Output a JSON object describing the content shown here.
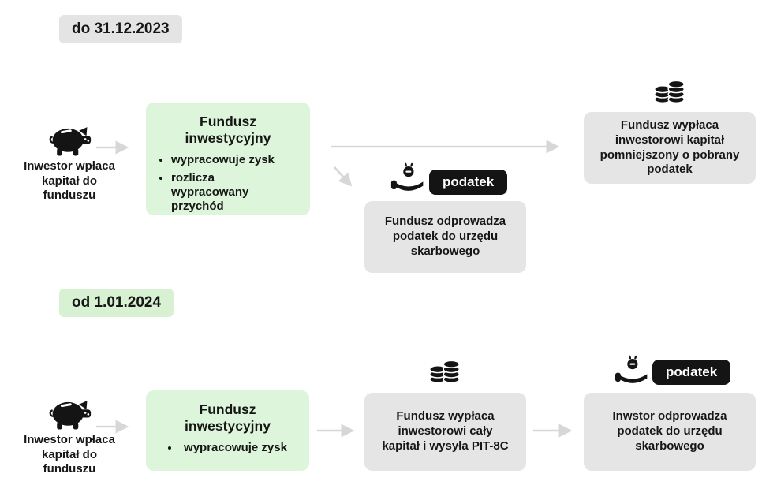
{
  "colors": {
    "background": "#ffffff",
    "green_box": "#ddf5da",
    "green_pill": "#d7f1d2",
    "gray_box": "#e5e5e5",
    "gray_pill": "#e4e4e4",
    "badge_bg": "#141414",
    "badge_text": "#ffffff",
    "arrow": "#d7d7d7",
    "text": "#161616"
  },
  "icons": {
    "piggy": "piggy-bank-icon",
    "coins": "coins-icon",
    "hand_coin": "hand-coin-icon"
  },
  "sections": {
    "before": {
      "period_label": "do 31.12.2023",
      "investor": "Inwestor wpłaca kapitał do funduszu",
      "fund": {
        "title": "Fundusz inwestycyjny",
        "bullets": [
          "wypracowuje zysk",
          "rozlicza wypracowany przychód"
        ]
      },
      "tax_badge": "podatek",
      "tax_box": "Fundusz odprowadza podatek do urzędu skarbowego",
      "payout_box": "Fundusz wypłaca inwestorowi kapitał pomniejszony o pobrany podatek"
    },
    "after": {
      "period_label": "od 1.01.2024",
      "investor": "Inwestor wpłaca kapitał do funduszu",
      "fund": {
        "title": "Fundusz inwestycyjny",
        "bullets": [
          "wypracowuje zysk"
        ]
      },
      "payout_box": "Fundusz wypłaca inwestorowi cały kapitał i wysyła PIT-8C",
      "tax_badge": "podatek",
      "tax_box": "Inwstor odprowadza podatek do urzędu skarbowego"
    }
  }
}
